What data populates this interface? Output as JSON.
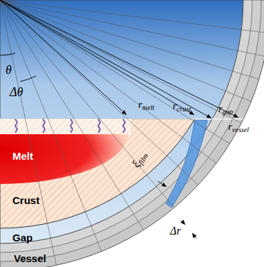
{
  "diagram": {
    "labels": [
      "θ",
      "Δθ",
      "rmelt",
      "rcrust",
      "rgap",
      "rvessel",
      "ξfilm",
      "Δr",
      "Melt",
      "Crust",
      "Gap",
      "Vessel"
    ]
  }
}
